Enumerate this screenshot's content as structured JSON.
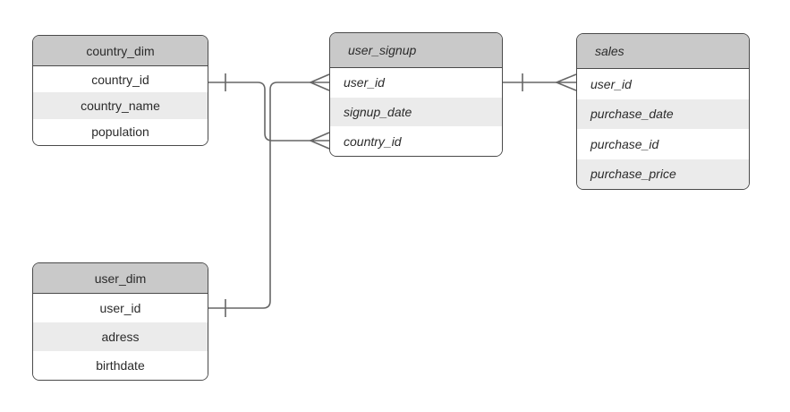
{
  "diagram": {
    "type": "entity-relationship",
    "colors": {
      "background": "#ffffff",
      "header_fill": "#c9c9c9",
      "row_fill": "#ffffff",
      "alt_row_fill": "#ebebeb",
      "border": "#4a4a4a",
      "connector": "#666666",
      "text": "#2b2b2b"
    },
    "tables": [
      {
        "title": "country_dim",
        "fields": [
          "country_id",
          "country_name",
          "population"
        ]
      },
      {
        "title": "user_signup",
        "fields": [
          "user_id",
          "signup_date",
          "country_id"
        ]
      },
      {
        "title": "sales",
        "fields": [
          "user_id",
          "purchase_date",
          "purchase_id",
          "purchase_price"
        ]
      },
      {
        "title": "user_dim",
        "fields": [
          "user_id",
          "adress",
          "birthdate"
        ]
      }
    ],
    "relationships": [
      {
        "from": "country_dim.country_id",
        "to": "user_signup.country_id",
        "from_cardinality": "one",
        "to_cardinality": "many"
      },
      {
        "from": "user_dim.user_id",
        "to": "user_signup.user_id",
        "from_cardinality": "one",
        "to_cardinality": "many"
      },
      {
        "from": "user_signup.user_id",
        "to": "sales.user_id",
        "from_cardinality": "one",
        "to_cardinality": "many"
      }
    ]
  }
}
